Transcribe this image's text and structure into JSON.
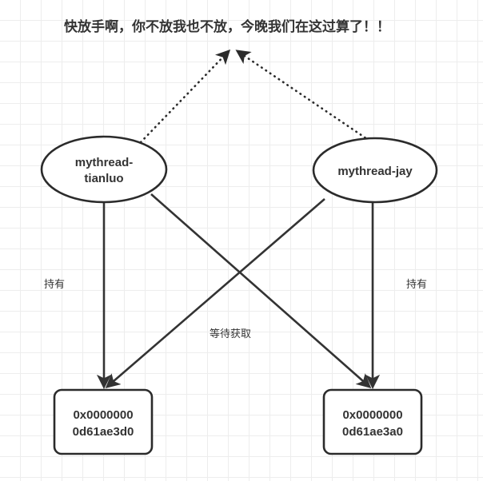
{
  "diagram": {
    "title": "快放手啊，你不放我也不放，今晚我们在这过算了！！",
    "background": "#ffffff",
    "grid_color": "#ededed",
    "stroke_color": "#333333",
    "nodes": [
      {
        "id": "thread-left",
        "shape": "ellipse",
        "line1": "mythread-",
        "line2": "tianluo",
        "full_label": "mythread-tianluo"
      },
      {
        "id": "thread-right",
        "shape": "ellipse",
        "line1": "mythread-jay",
        "line2": "",
        "full_label": "mythread-jay"
      },
      {
        "id": "lock-left",
        "shape": "rounded-rect",
        "line1": "0x0000000",
        "line2": "0d61ae3d0",
        "full_label": "0x00000000d61ae3d0"
      },
      {
        "id": "lock-right",
        "shape": "rounded-rect",
        "line1": "0x0000000",
        "line2": "0d61ae3a0",
        "full_label": "0x00000000d61ae3a0"
      }
    ],
    "edges": [
      {
        "id": "hold-left",
        "from": "thread-left",
        "to": "lock-left",
        "label": "持有",
        "style": "solid"
      },
      {
        "id": "hold-right",
        "from": "thread-right",
        "to": "lock-right",
        "label": "持有",
        "style": "solid"
      },
      {
        "id": "wait-left-to-right",
        "from": "thread-left",
        "to": "lock-right",
        "label": "等待获取",
        "style": "solid"
      },
      {
        "id": "wait-right-to-left",
        "from": "thread-right",
        "to": "lock-left",
        "label": "",
        "style": "solid"
      },
      {
        "id": "callout-left",
        "from": "thread-left",
        "to": "title",
        "label": "",
        "style": "dotted"
      },
      {
        "id": "callout-right",
        "from": "thread-right",
        "to": "title",
        "label": "",
        "style": "dotted"
      }
    ]
  }
}
